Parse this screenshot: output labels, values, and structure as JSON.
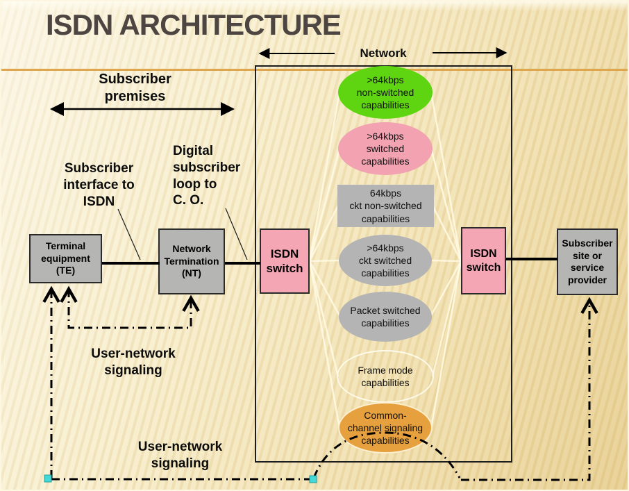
{
  "title": "ISDN ARCHITECTURE",
  "header": {
    "network_label": "Network"
  },
  "labels": {
    "subscriber_premises": "Subscriber\npremises",
    "subscriber_interface": "Subscriber\ninterface to\nISDN",
    "digital_loop": "Digital\nsubscriber\nloop to\nC. O.",
    "user_network_signaling_upper": "User-network\nsignaling",
    "user_network_signaling_lower": "User-network\nsignaling"
  },
  "nodes": {
    "terminal_equipment": "Terminal\nequipment\n(TE)",
    "network_termination": "Network\nTermination\n(NT)",
    "isdn_switch_left": "ISDN\nswitch",
    "isdn_switch_right": "ISDN\nswitch",
    "subscriber_site": "Subscriber\nsite or\nservice\nprovider"
  },
  "capabilities": [
    {
      "label": ">64kbps\nnon-switched\ncapabilities",
      "shape": "ellipse",
      "fill": "#5fd411"
    },
    {
      "label": ">64kbps\nswitched\ncapabilities",
      "shape": "ellipse",
      "fill": "#f2a2b1"
    },
    {
      "label": "64kbps\nckt non-switched\ncapabilities",
      "shape": "rect",
      "fill": "#b4b4b4"
    },
    {
      "label": ">64kbps\nckt switched\ncapabilities",
      "shape": "ellipse",
      "fill": "#b4b4b4"
    },
    {
      "label": "Packet switched\ncapabilities",
      "shape": "ellipse",
      "fill": "#b4b4b4"
    },
    {
      "label": "Frame mode\ncapabilities",
      "shape": "ellipse-outline",
      "fill": "none"
    },
    {
      "label": "Common-\nchannel signaling\ncapabilities",
      "shape": "ellipse",
      "fill": "#e6a03e"
    }
  ],
  "colors": {
    "background": "#f7ecc6",
    "accent_line": "#dfa64e",
    "title_text": "#4c4541",
    "node_gray": "#b5b5b3",
    "node_pink": "#f4a6b4",
    "capability_green": "#5fd411",
    "capability_pink": "#f2a2b1",
    "capability_gray": "#b4b4b4",
    "capability_orange": "#e6a03e",
    "signal_handle_cyan": "#45d8d8"
  }
}
